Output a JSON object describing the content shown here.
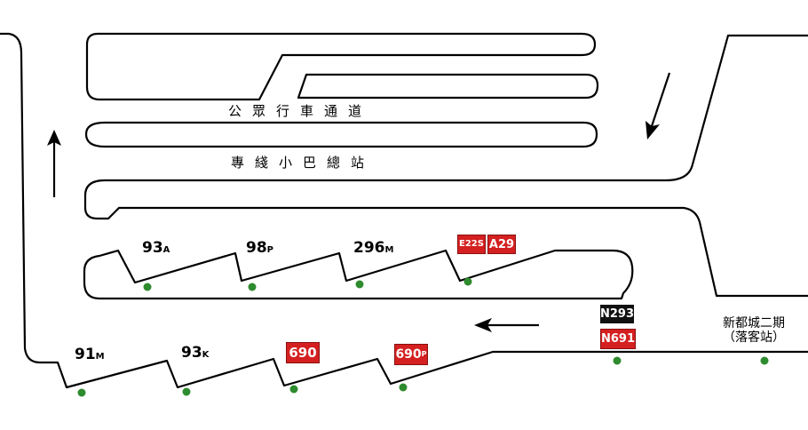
{
  "colors": {
    "red": "#d42020",
    "black": "#111111",
    "stop_dot": "#2e8b2e",
    "line": "#000000"
  },
  "labels": {
    "road_top": "公眾行車通道",
    "road_bottom": "專綫小巴總站"
  },
  "upper_bay": {
    "routes": [
      {
        "num": "93",
        "suffix": "A"
      },
      {
        "num": "98",
        "suffix": "P"
      },
      {
        "num": "296",
        "suffix": "M"
      }
    ],
    "boxed": [
      {
        "text": "E22S",
        "style": "red"
      },
      {
        "text": "A29",
        "style": "red"
      }
    ]
  },
  "lower_bay": {
    "routes": [
      {
        "num": "91",
        "suffix": "M"
      },
      {
        "num": "93",
        "suffix": "K"
      }
    ],
    "boxed": [
      {
        "num": "690",
        "suffix": "",
        "style": "red"
      },
      {
        "num": "690",
        "suffix": "P",
        "style": "red"
      }
    ],
    "stacked": [
      {
        "text": "N293",
        "style": "black"
      },
      {
        "text": "N691",
        "style": "red"
      }
    ],
    "terminus": {
      "line1": "新都城二期",
      "line2": "（落客站）"
    }
  },
  "arrows": [
    "arrow-up",
    "arrow-down-left",
    "arrow-left"
  ]
}
